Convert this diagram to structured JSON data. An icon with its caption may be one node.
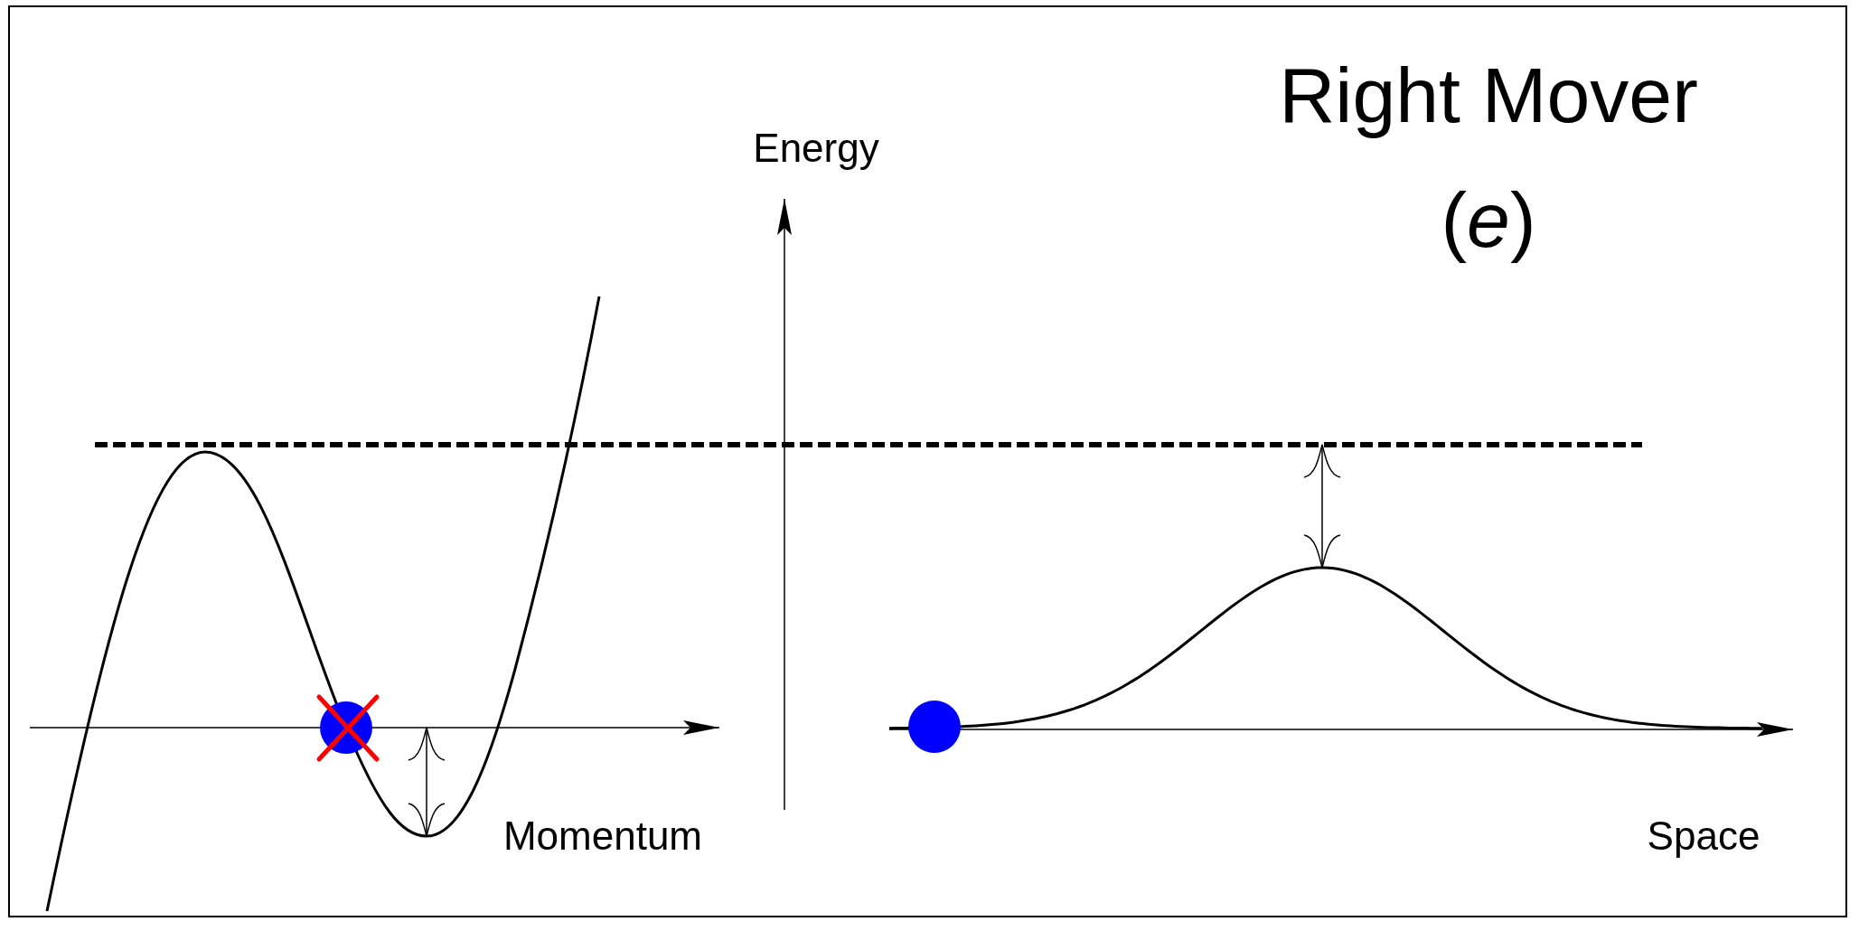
{
  "diagram": {
    "title": "Right Mover",
    "labels": [
      "(*e*)",
      "Energy",
      "Momentum",
      "Space"
    ]
  }
}
